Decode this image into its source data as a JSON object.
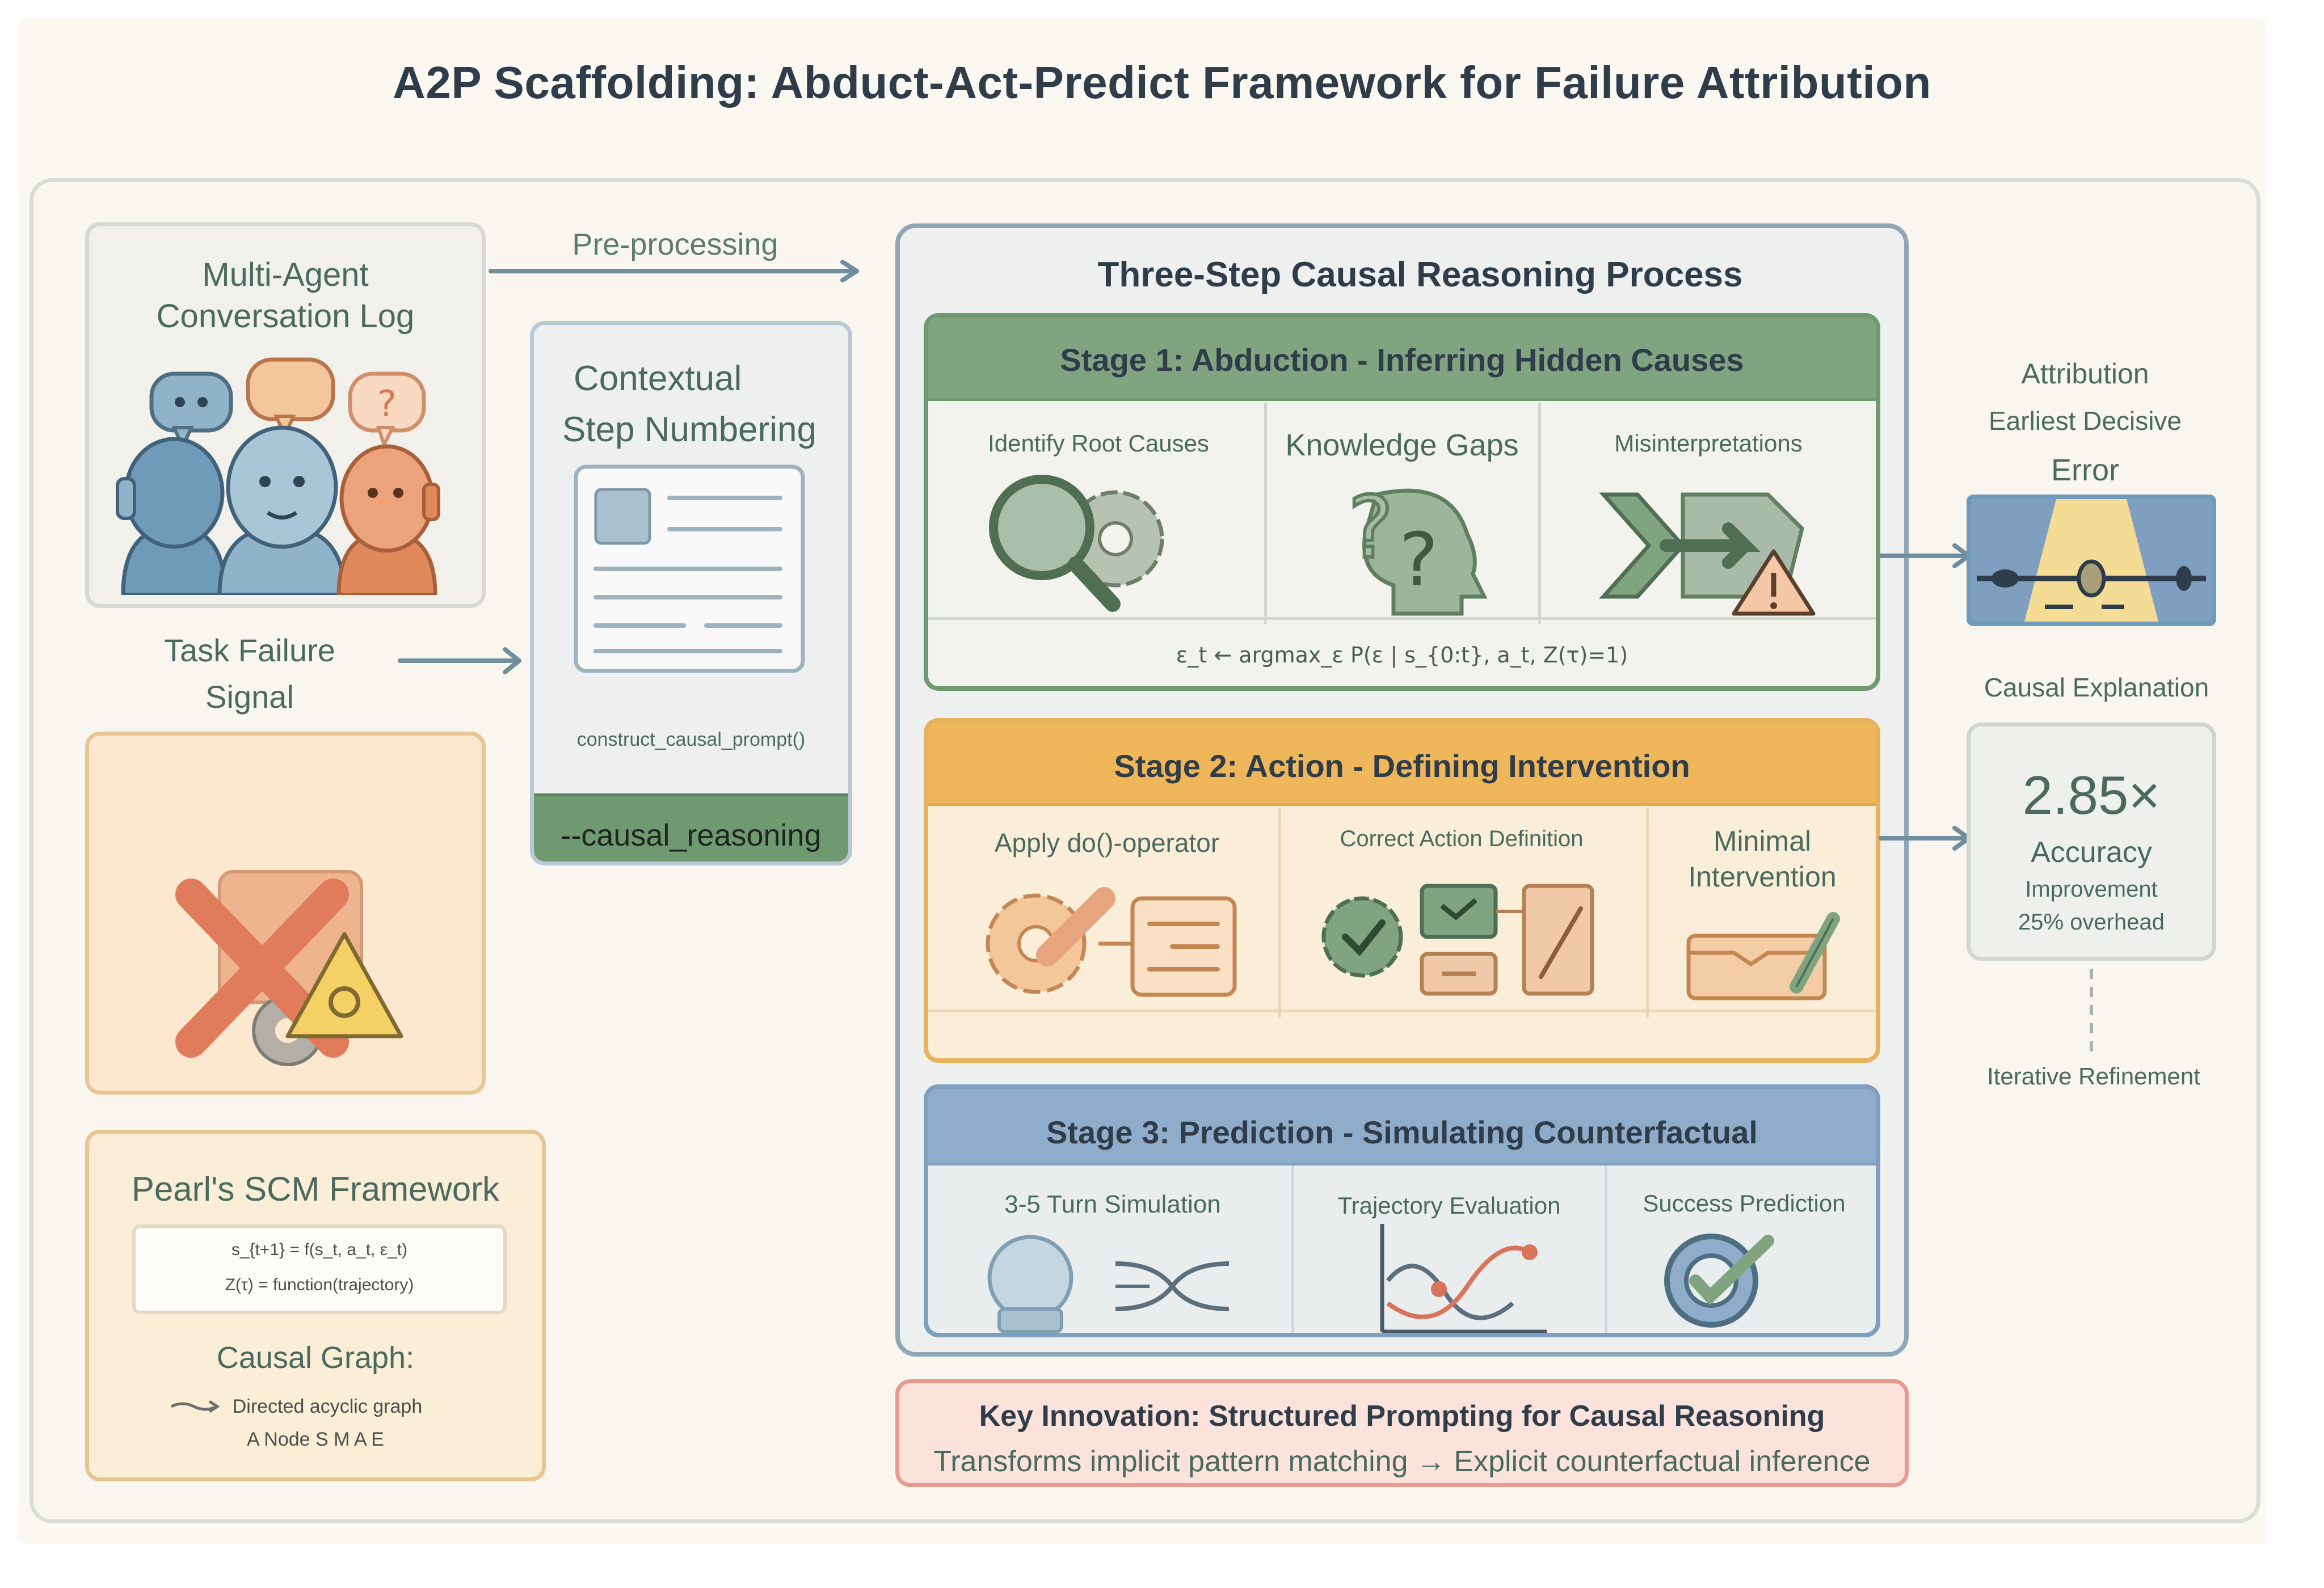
{
  "title": "A2P Scaffolding: Abduct-Act-Predict Framework for Failure Attribution",
  "left": {
    "conversation_log": {
      "line1": "Multi-Agent",
      "line2": "Conversation Log",
      "bubble3_glyph": "?"
    },
    "task_failure": {
      "line1": "Task Failure",
      "line2": "Signal"
    },
    "scm": {
      "title": "Pearl's SCM Framework",
      "eq1": "s_{t+1} = f(s_t, a_t, ε_t)",
      "eq2": "Z(τ) = function(trajectory)",
      "graph_title": "Causal Graph:",
      "graph_line1": "Directed acyclic graph",
      "graph_line2": "A Node S M A E"
    }
  },
  "preprocessing": {
    "arrow_label": "Pre-processing",
    "box_line1": "Contextual",
    "box_line2": "Step Numbering",
    "function": "construct_causal_prompt()",
    "flag": "--causal_reasoning"
  },
  "process": {
    "title": "Three-Step Causal Reasoning Process",
    "stage1": {
      "title": "Stage 1: Abduction - Inferring Hidden Causes",
      "cols": [
        "Identify Root Causes",
        "Knowledge Gaps",
        "Misinterpretations"
      ],
      "formula": "ε_t ← argmax_ε P(ε | s_{0:t}, a_t, Z(τ)=1)"
    },
    "stage2": {
      "title": "Stage 2: Action - Defining Intervention",
      "cols": [
        "Apply do()-operator",
        "Correct Action Definition",
        "Minimal Intervention"
      ],
      "col3_line2": "Intervention"
    },
    "stage3": {
      "title": "Stage 3: Prediction - Simulating Counterfactual",
      "cols": [
        "3-5 Turn Simulation",
        "Trajectory Evaluation",
        "Success Prediction"
      ]
    }
  },
  "innovation": {
    "title": "Key Innovation: Structured Prompting for Causal Reasoning",
    "subtitle": "Transforms implicit pattern matching → Explicit counterfactual inference"
  },
  "right": {
    "attribution": {
      "line1": "Attribution",
      "line2": "Earliest Decisive",
      "line3": "Error"
    },
    "explanation": {
      "label": "Causal Explanation",
      "value": "2.85×",
      "metric": "Accuracy",
      "line1": "Improvement",
      "line2": "25% overhead"
    },
    "refinement": "Iterative Refinement"
  },
  "colors": {
    "stage1": "#6f9a70",
    "stage2": "#e7b25c",
    "stage3": "#7f9fc0",
    "innovation_border": "#e99a8e",
    "orange": "#e08a5c",
    "blue": "#6f9ab8"
  }
}
